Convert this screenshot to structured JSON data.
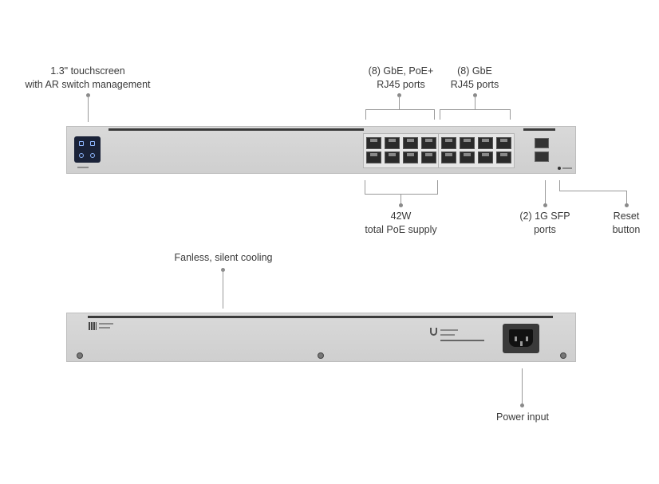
{
  "labels": {
    "touchscreen": [
      "1.3\" touchscreen",
      "with AR switch management"
    ],
    "poe_ports": [
      "(8) GbE, PoE+",
      "RJ45 ports"
    ],
    "gbe_ports": [
      "(8) GbE",
      "RJ45 ports"
    ],
    "poe_supply": [
      "42W",
      "total PoE supply"
    ],
    "sfp_ports": [
      "(2) 1G SFP",
      "ports"
    ],
    "reset": [
      "Reset",
      "button"
    ],
    "cooling": "Fanless, silent cooling",
    "power": "Power input"
  },
  "device": {
    "front_color": "#d4d4d4",
    "screen_color": "#1a2238",
    "port_color": "#2a2a2a",
    "rj45_count": 16,
    "sfp_count": 2
  }
}
